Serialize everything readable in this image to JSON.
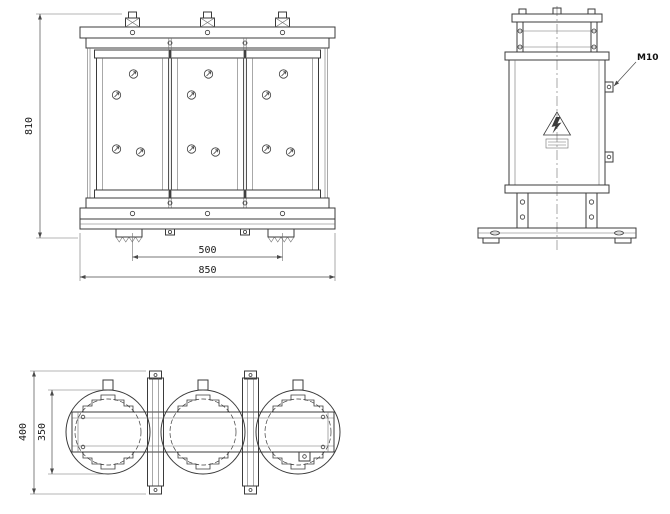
{
  "drawing": {
    "background": "#ffffff",
    "line_color": "#3b3b3b",
    "front_view": {
      "dim_height": "810",
      "dim_limb_spacing": "500",
      "dim_overall_width": "850"
    },
    "side_view": {
      "bolt_label": "M10"
    },
    "top_view": {
      "dim_overall_depth": "400",
      "dim_coil_diameter": "350"
    }
  }
}
